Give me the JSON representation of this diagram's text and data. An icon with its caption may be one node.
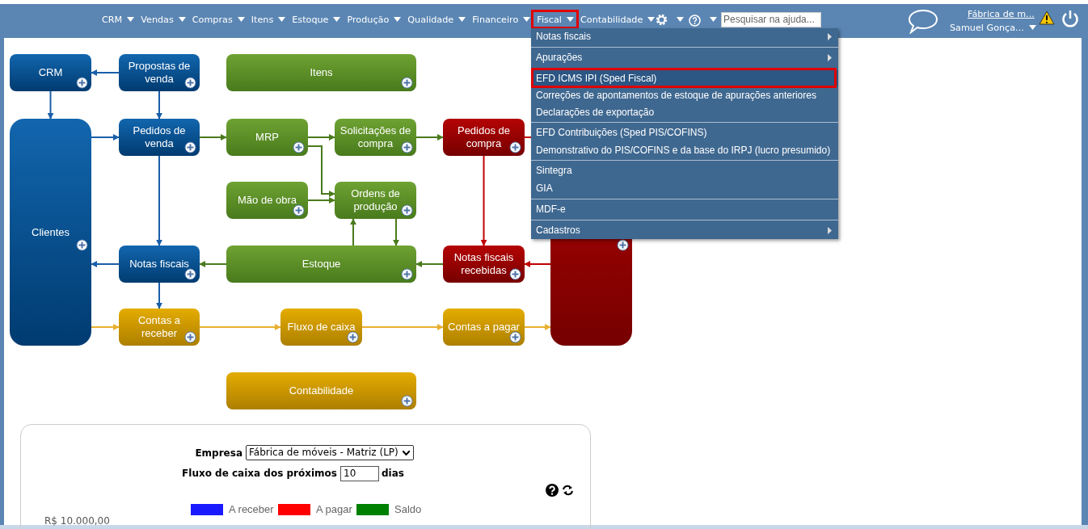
{
  "diagram": {
    "nodes": [
      {
        "text": [
          "CRM"
        ]
      },
      {
        "text": [
          "Propostas de venda"
        ]
      },
      {
        "text": [
          "Itens"
        ]
      },
      {
        "text": [
          "Clientes"
        ]
      },
      {
        "text": [
          "Pedidos de venda"
        ]
      },
      {
        "text": [
          "MRP"
        ]
      },
      {
        "text": [
          "Solicitações de compra"
        ]
      },
      {
        "text": [
          "Pedidos de compra"
        ]
      },
      {
        "text": [],
        "shape": "box"
      },
      {
        "text": [
          "Mão de obra"
        ]
      },
      {
        "text": [
          "Ordens de produção"
        ]
      },
      {
        "text": [
          "Notas fiscais"
        ]
      },
      {
        "text": [
          "Estoque"
        ]
      },
      {
        "text": [
          "Notas fiscais recebidas"
        ]
      },
      {
        "text": [
          "Contas a receber"
        ]
      },
      {
        "text": [
          "Fluxo de caixa"
        ]
      },
      {
        "text": [
          "Contas a pagar"
        ]
      },
      {
        "text": [
          "Contabilidade"
        ]
      }
    ],
    "edges": [
      {
        "from": 1,
        "to": 0,
        "arrow": "to",
        "color": "#1a5fa8"
      },
      {
        "from": 0,
        "to": 3,
        "arrow": "to",
        "color": "#1a5fa8"
      },
      {
        "from": 1,
        "to": 4,
        "arrow": "to",
        "color": "#1a5fa8"
      },
      {
        "from": 3,
        "to": 4,
        "arrow": "to",
        "color": "#1a5fa8"
      },
      {
        "from": 4,
        "to": 5,
        "arrow": "to"
      },
      {
        "from": 5,
        "to": 6,
        "arrow": "to"
      },
      {
        "from": 5,
        "to": 10,
        "arrow": "to"
      },
      {
        "from": 9,
        "to": 10,
        "arrow": "to"
      },
      {
        "from": 12,
        "to": 10,
        "arrow": "to"
      },
      {
        "from": 10,
        "to": 12,
        "arrow": "to"
      },
      {
        "from": 6,
        "to": 7,
        "arrow": "to"
      },
      {
        "from": 7,
        "to": 13,
        "arrow": "to",
        "color": "#c00000"
      },
      {
        "from": 7,
        "to": 8,
        "arrow": "none",
        "color": "#c00000"
      },
      {
        "from": 8,
        "to": 13,
        "arrow": "to",
        "color": "#c00000"
      },
      {
        "from": 13,
        "to": 12,
        "arrow": "to"
      },
      {
        "from": 12,
        "to": 11,
        "arrow": "to"
      },
      {
        "from": 11,
        "to": 3,
        "arrow": "to",
        "color": "#1a5fa8"
      },
      {
        "from": 4,
        "to": 11,
        "arrow": "to",
        "color": "#1a5fa8"
      },
      {
        "from": 11,
        "to": 14,
        "arrow": "to",
        "color": "#1a5fa8"
      },
      {
        "from": 3,
        "to": 14,
        "arrow": "to",
        "color": "#e8b030"
      },
      {
        "from": 14,
        "to": 15,
        "arrow": "to",
        "color": "#e8b030"
      },
      {
        "from": 15,
        "to": 16,
        "arrow": "to",
        "color": "#e8b030"
      },
      {
        "from": 16,
        "to": 8,
        "arrow": "to",
        "color": "#e8b030"
      }
    ],
    "labels": [
      "CRM",
      "Vendas",
      "Compras",
      "Itens",
      "Estoque",
      "Produção",
      "Qualidade",
      "Financeiro",
      "Fiscal",
      "Contabilidade",
      "Pesquisar na ajuda...",
      "Fábrica de m...",
      "Samuel Gonça...",
      "Notas fiscais",
      "Apurações",
      "EFD ICMS IPI (Sped Fiscal)",
      "Correções de apontamentos de estoque de apurações anteriores",
      "Declarações de exportação",
      "EFD Contribuições (Sped PIS/COFINS)",
      "Demonstrativo do PIS/COFINS e da base do IRPJ (lucro presumido)",
      "Sintegra",
      "GIA",
      "MDF-e",
      "Cadastros",
      "Empresa",
      "Fábrica de móveis - Matriz (LP)",
      "Fluxo de caixa dos próximos",
      "10",
      "dias",
      "R$ 10.000,00"
    ],
    "legend": [
      {
        "text": "A receber",
        "color": "#1a1aff"
      },
      {
        "text": "A pagar",
        "color": "#ff0000"
      },
      {
        "text": "Saldo",
        "color": "#008000"
      }
    ]
  }
}
